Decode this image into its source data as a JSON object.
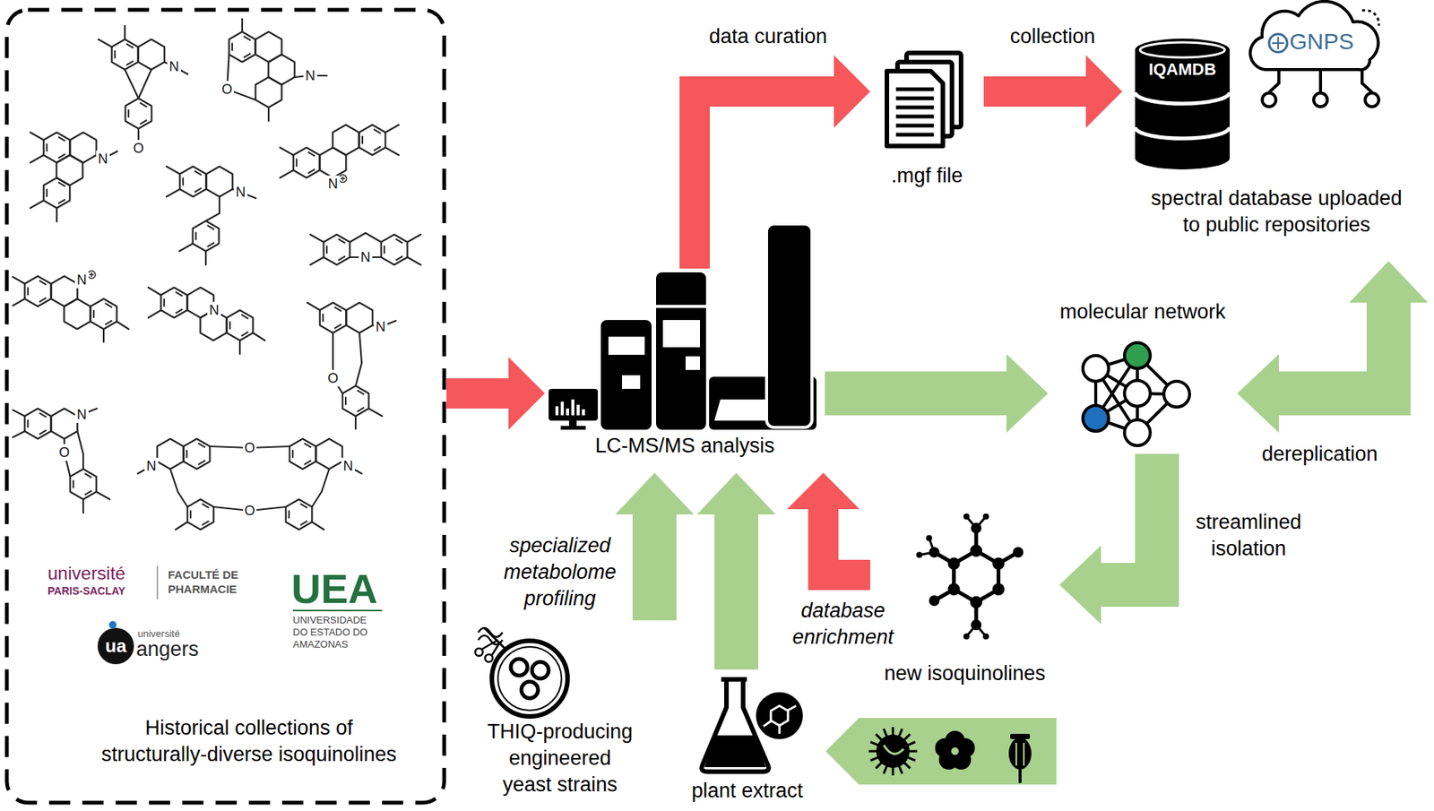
{
  "diagram": {
    "nodes": [
      {
        "text": [
          "Historical collections of structurally-diverse isoquinolines"
        ]
      },
      {
        "text": [
          "LC-MS/MS analysis"
        ]
      },
      {
        "text": [
          ".mgf file"
        ]
      },
      {
        "text": [
          "IQAMDB",
          "spectral database uploaded to public repositories"
        ]
      },
      {
        "text": [
          "molecular network"
        ]
      },
      {
        "text": [
          "new isoquinolines"
        ]
      },
      {
        "text": [
          "plant extract"
        ]
      },
      {
        "text": [
          "THIQ-producing engineered yeast strains"
        ]
      }
    ],
    "edges": [
      {
        "from": 0,
        "to": 1,
        "arrow": "to"
      },
      {
        "from": 1,
        "to": 2,
        "arrow": "to",
        "label": "data curation"
      },
      {
        "from": 2,
        "to": 3,
        "arrow": "to",
        "label": "collection"
      },
      {
        "from": 1,
        "to": 4,
        "arrow": "to"
      },
      {
        "from": 4,
        "to": 3,
        "arrow": "both",
        "label": "dereplication"
      },
      {
        "from": 4,
        "to": 5,
        "arrow": "to",
        "label": "streamlined isolation"
      },
      {
        "from": 5,
        "to": 1,
        "arrow": "to",
        "label": "database enrichment"
      },
      {
        "from": 7,
        "to": 1,
        "arrow": "to",
        "label": "specialized metabolome profiling"
      },
      {
        "from": 6,
        "to": 1,
        "arrow": "to"
      }
    ],
    "labels": [
      "N",
      "O",
      "O",
      "N",
      "N",
      "N",
      "N",
      "N",
      "N",
      "N",
      "N",
      "O",
      "N",
      "O",
      "N",
      "O",
      "N",
      "O",
      "université",
      "PARIS-SACLAY",
      "FACULTÉ DE PHARMACIE",
      "UEA",
      "UNIVERSIDADE DO ESTADO DO AMAZONAS",
      "ua",
      "université",
      "angers",
      "GNPS"
    ]
  }
}
